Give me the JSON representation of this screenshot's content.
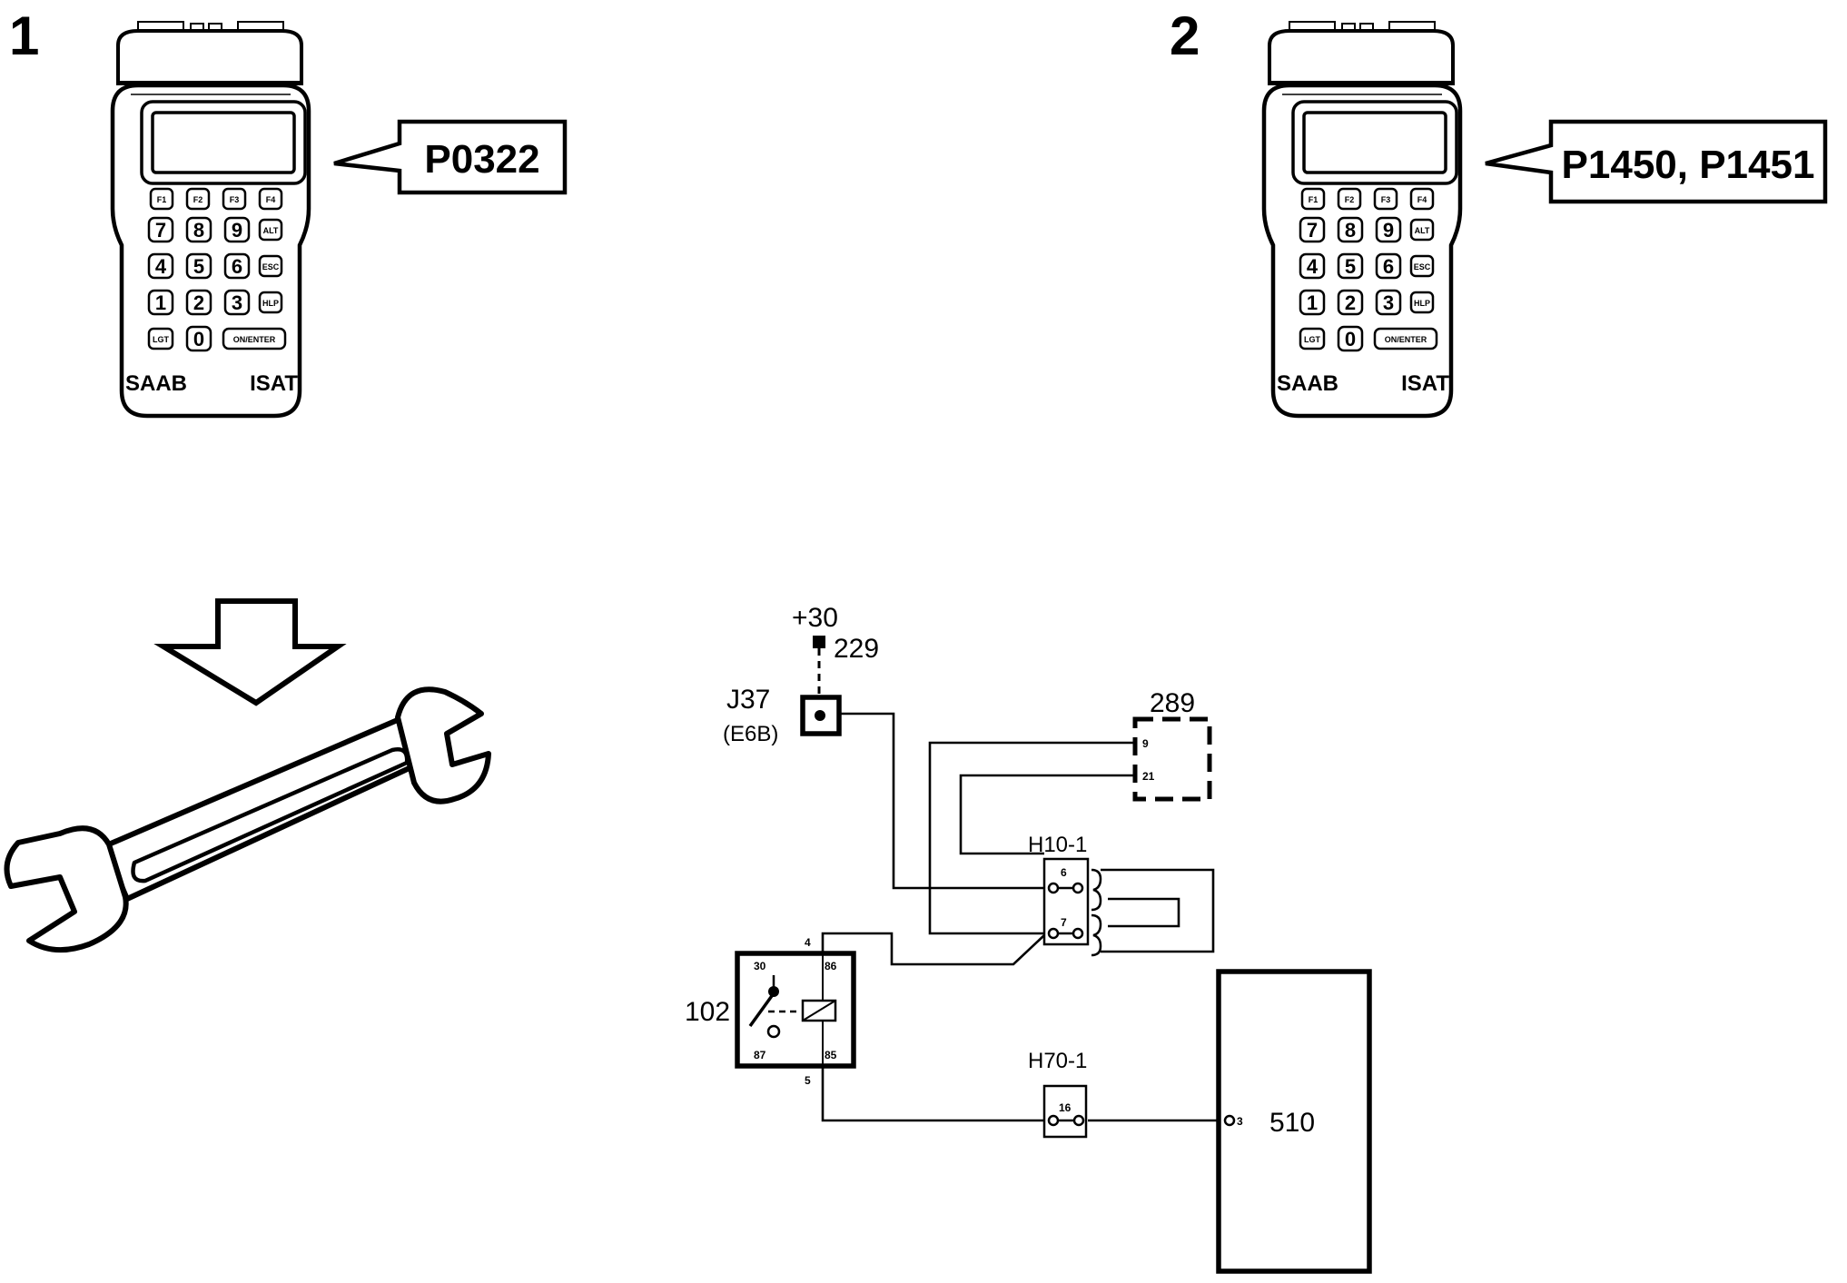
{
  "steps": {
    "step1": "1",
    "step2": "2"
  },
  "tester": {
    "brand": "SAAB",
    "model": "ISAT",
    "function_keys": [
      "F1",
      "F2",
      "F3",
      "F4"
    ],
    "key_rows": [
      [
        "7",
        "8",
        "9",
        "ALT"
      ],
      [
        "4",
        "5",
        "6",
        "ESC"
      ],
      [
        "1",
        "2",
        "3",
        "HLP"
      ]
    ],
    "bottom_keys": {
      "light": "LGT",
      "zero": "0",
      "enter": "ON/ENTER"
    }
  },
  "callouts": {
    "panel1": "P0322",
    "panel2": "P1450, P1451"
  },
  "icons": {
    "arrow": "down-arrow-icon",
    "tool": "wrench-icon"
  },
  "circuit": {
    "supply": {
      "label": "+30",
      "id": "229"
    },
    "j37": {
      "label": "J37",
      "sub": "(E6B)"
    },
    "c289": {
      "label": "289",
      "pins": [
        "9",
        "21"
      ]
    },
    "h10": {
      "label": "H10-1",
      "pins": [
        "6",
        "7"
      ]
    },
    "relay": {
      "label": "102",
      "pins": [
        "30",
        "86",
        "87",
        "85"
      ],
      "wires": [
        "4",
        "5"
      ]
    },
    "h70": {
      "label": "H70-1",
      "pin": "16"
    },
    "ecu": {
      "label": "510",
      "pin": "3"
    }
  }
}
